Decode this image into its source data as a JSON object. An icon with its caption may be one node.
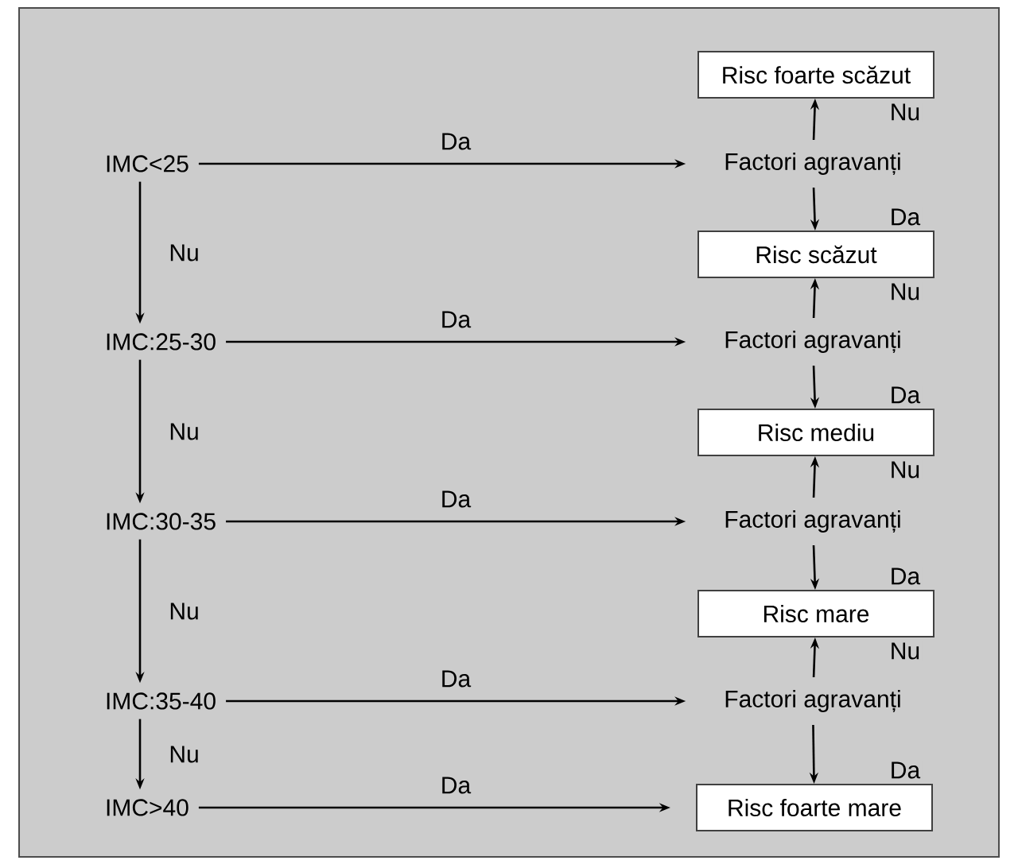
{
  "diagram": {
    "nodes": [
      {
        "text": [
          "IMC<25"
        ]
      },
      {
        "text": [
          "IMC:25-30"
        ]
      },
      {
        "text": [
          "IMC:30-35"
        ]
      },
      {
        "text": [
          "IMC:35-40"
        ]
      },
      {
        "text": [
          "IMC>40"
        ]
      },
      {
        "text": [
          "Risc foarte scăzut"
        ]
      },
      {
        "text": [
          "Factori agravanți"
        ]
      },
      {
        "text": [
          "Risc scăzut"
        ]
      },
      {
        "text": [
          "Factori agravanți"
        ]
      },
      {
        "text": [
          "Risc mediu"
        ]
      },
      {
        "text": [
          "Factori agravanți"
        ]
      },
      {
        "text": [
          "Risc mare"
        ]
      },
      {
        "text": [
          "Factori agravanți"
        ]
      },
      {
        "text": [
          "Risc foarte mare"
        ]
      }
    ],
    "edges": [
      {
        "from": 0,
        "to": 6,
        "arrow": "to",
        "label": "Da"
      },
      {
        "from": 0,
        "to": 1,
        "arrow": "to",
        "label": "Nu"
      },
      {
        "from": 6,
        "to": 5,
        "arrow": "to",
        "label": "Nu"
      },
      {
        "from": 6,
        "to": 7,
        "arrow": "to",
        "label": "Da"
      },
      {
        "from": 1,
        "to": 8,
        "arrow": "to",
        "label": "Da"
      },
      {
        "from": 1,
        "to": 2,
        "arrow": "to",
        "label": "Nu"
      },
      {
        "from": 8,
        "to": 7,
        "arrow": "to",
        "label": "Nu"
      },
      {
        "from": 8,
        "to": 9,
        "arrow": "to",
        "label": "Da"
      },
      {
        "from": 2,
        "to": 10,
        "arrow": "to",
        "label": "Da"
      },
      {
        "from": 2,
        "to": 3,
        "arrow": "to",
        "label": "Nu"
      },
      {
        "from": 10,
        "to": 9,
        "arrow": "to",
        "label": "Nu"
      },
      {
        "from": 10,
        "to": 11,
        "arrow": "to",
        "label": "Da"
      },
      {
        "from": 3,
        "to": 12,
        "arrow": "to",
        "label": "Da"
      },
      {
        "from": 3,
        "to": 4,
        "arrow": "to",
        "label": "Nu"
      },
      {
        "from": 12,
        "to": 11,
        "arrow": "to",
        "label": "Nu"
      },
      {
        "from": 12,
        "to": 13,
        "arrow": "to",
        "label": "Da"
      },
      {
        "from": 4,
        "to": 13,
        "arrow": "to",
        "label": "Da"
      }
    ]
  }
}
